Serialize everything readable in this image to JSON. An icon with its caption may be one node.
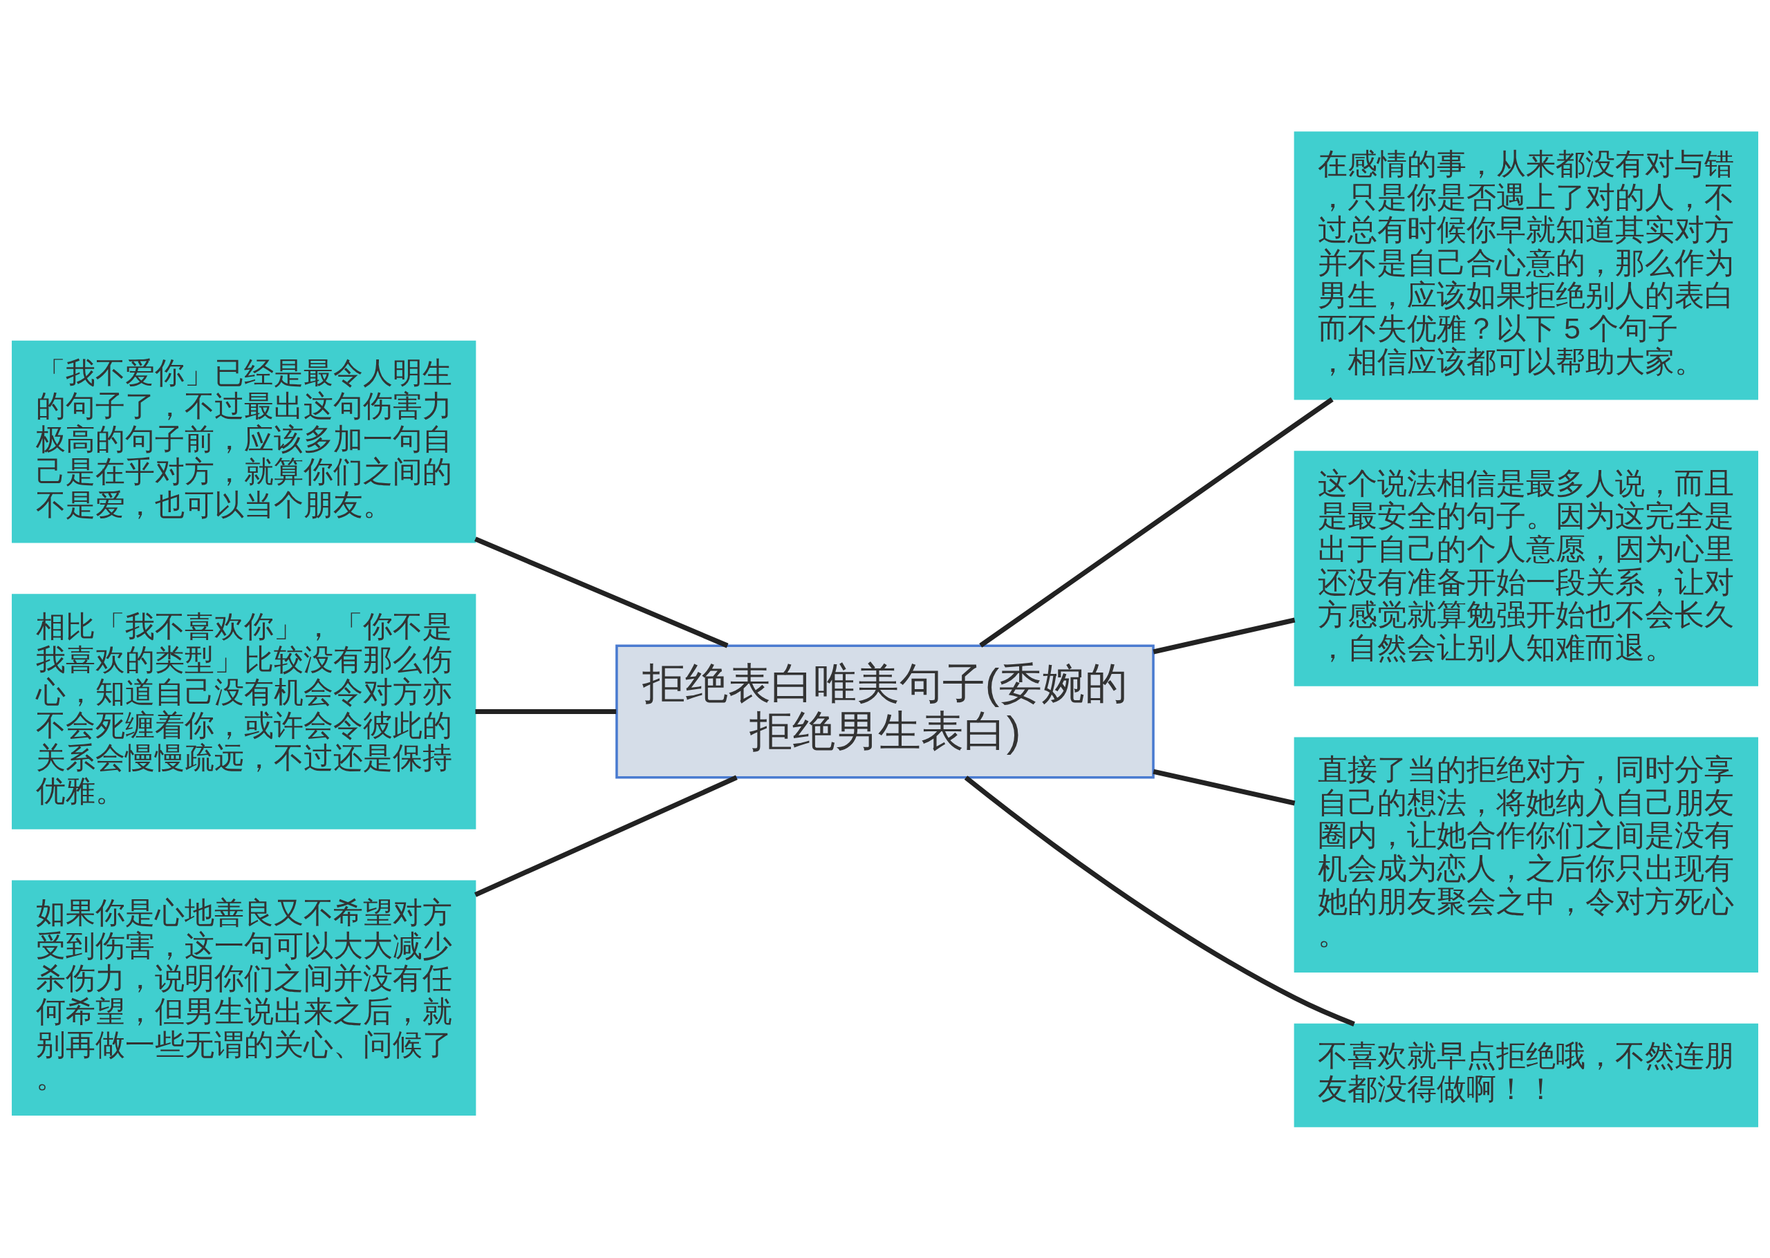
{
  "diagram": {
    "nodes": [
      {
        "text": [
          "拒绝表白唯美句子(委婉的拒绝男生表白)"
        ]
      },
      {
        "text": [
          "在感情的事，从来都没有对与错，只是你是否遇上了对的人，不过总有时候你早就知道其实对方并不是自己合心意的，那么作为男生，应该如果拒绝别人的表白而不失优雅？以下 5 个句子，相信应该都可以帮助大家。"
        ]
      },
      {
        "text": [
          "这个说法相信是最多人说，而且是最安全的句子。因为这完全是出于自己的个人意愿，因为心里还没有准备开始一段关系，让对方感觉就算勉强开始也不会长久，自然会让别人知难而退。"
        ]
      },
      {
        "text": [
          "直接了当的拒绝对方，同时分享自己的想法，将她纳入自己朋友圈内，让她合作你们之间是没有机会成为恋人，之后你只出现有她的朋友聚会之中，令对方死心。"
        ]
      },
      {
        "text": [
          "不喜欢就早点拒绝哦，不然连朋友都没得做啊！！"
        ]
      },
      {
        "text": [
          "「我不爱你」已经是最令人明生的句子了，不过最出这句伤害力极高的句子前，应该多加一句自己是在乎对方，就算你们之间的不是爱，也可以当个朋友。"
        ]
      },
      {
        "text": [
          "相比「我不喜欢你」，「你不是我喜欢的类型」比较没有那么伤心，知道自己没有机会令对方亦不会死缠着你，或许会令彼此的关系会慢慢疏远，不过还是保持优雅。"
        ]
      },
      {
        "text": [
          "如果你是心地善良又不希望对方受到伤害，这一句可以大大减少杀伤力，说明你们之间并没有任何希望，但男生说出来之后，就别再做一些无谓的关心、问候了。"
        ]
      }
    ],
    "edges": [
      {
        "from": 0,
        "to": 1,
        "arrow": "none"
      },
      {
        "from": 0,
        "to": 2,
        "arrow": "none"
      },
      {
        "from": 0,
        "to": 3,
        "arrow": "none"
      },
      {
        "from": 0,
        "to": 4,
        "arrow": "none"
      },
      {
        "from": 5,
        "to": 0,
        "arrow": "none"
      },
      {
        "from": 6,
        "to": 0,
        "arrow": "none"
      },
      {
        "from": 7,
        "to": 0,
        "arrow": "none"
      }
    ]
  }
}
